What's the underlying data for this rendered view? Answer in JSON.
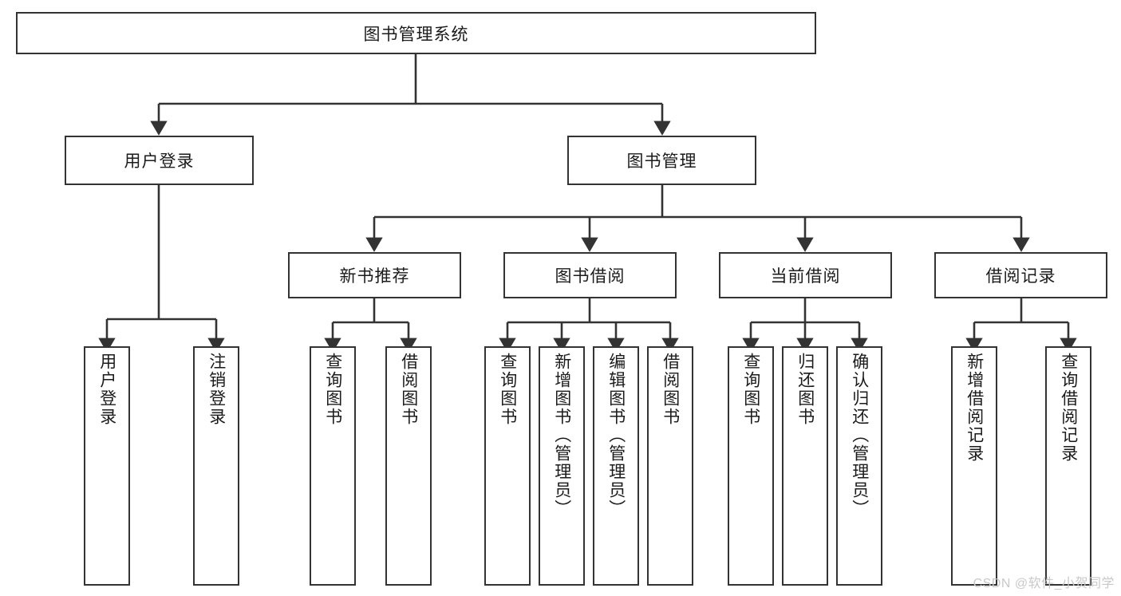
{
  "diagram": {
    "type": "tree-hierarchy-chart",
    "title": "图书管理系统",
    "watermark": "CSDN @软件_小贺同学",
    "colors": {
      "box_border": "#333333",
      "box_fill": "#ffffff",
      "edge": "#333333",
      "text": "#1b1b1b",
      "watermark": "#c9c9c9"
    },
    "levels": {
      "level1": "图书管理系统",
      "level2": [
        "用户登录",
        "图书管理"
      ],
      "level3": [
        "新书推荐",
        "图书借阅",
        "当前借阅",
        "借阅记录"
      ],
      "level4_label": "leaf-operations"
    },
    "nodes": {
      "root": {
        "label": "图书管理系统"
      },
      "user_login": {
        "label": "用户登录"
      },
      "book_manage": {
        "label": "图书管理"
      },
      "new_book_rec": {
        "label": "新书推荐"
      },
      "book_borrow": {
        "label": "图书借阅"
      },
      "current_borrow": {
        "label": "当前借阅"
      },
      "borrow_record": {
        "label": "借阅记录"
      },
      "leaf_user_login": {
        "label": "用户登录"
      },
      "leaf_user_logout": {
        "label": "注销登录"
      },
      "leaf_query_book_a": {
        "label": "查询图书"
      },
      "leaf_borrow_book_a": {
        "label": "借阅图书"
      },
      "leaf_query_book_b": {
        "label": "查询图书"
      },
      "leaf_add_book": {
        "label": "新增图书（管理员）"
      },
      "leaf_edit_book": {
        "label": "编辑图书（管理员）"
      },
      "leaf_borrow_book_b": {
        "label": "借阅图书"
      },
      "leaf_query_book_c": {
        "label": "查询图书"
      },
      "leaf_return_book": {
        "label": "归还图书"
      },
      "leaf_confirm_return": {
        "label": "确认归还（管理员）"
      },
      "leaf_add_record": {
        "label": "新增借阅记录"
      },
      "leaf_query_record": {
        "label": "查询借阅记录"
      }
    },
    "edges": [
      {
        "from": "图书管理系统",
        "to": "用户登录"
      },
      {
        "from": "图书管理系统",
        "to": "图书管理"
      },
      {
        "from": "用户登录",
        "to": "用户登录"
      },
      {
        "from": "用户登录",
        "to": "注销登录"
      },
      {
        "from": "图书管理",
        "to": "新书推荐"
      },
      {
        "from": "图书管理",
        "to": "图书借阅"
      },
      {
        "from": "图书管理",
        "to": "当前借阅"
      },
      {
        "from": "图书管理",
        "to": "借阅记录"
      },
      {
        "from": "新书推荐",
        "to": "查询图书"
      },
      {
        "from": "新书推荐",
        "to": "借阅图书"
      },
      {
        "from": "图书借阅",
        "to": "查询图书"
      },
      {
        "from": "图书借阅",
        "to": "新增图书（管理员）"
      },
      {
        "from": "图书借阅",
        "to": "编辑图书（管理员）"
      },
      {
        "from": "图书借阅",
        "to": "借阅图书"
      },
      {
        "from": "当前借阅",
        "to": "查询图书"
      },
      {
        "from": "当前借阅",
        "to": "归还图书"
      },
      {
        "from": "当前借阅",
        "to": "确认归还（管理员）"
      },
      {
        "from": "借阅记录",
        "to": "新增借阅记录"
      },
      {
        "from": "借阅记录",
        "to": "查询借阅记录"
      }
    ]
  }
}
